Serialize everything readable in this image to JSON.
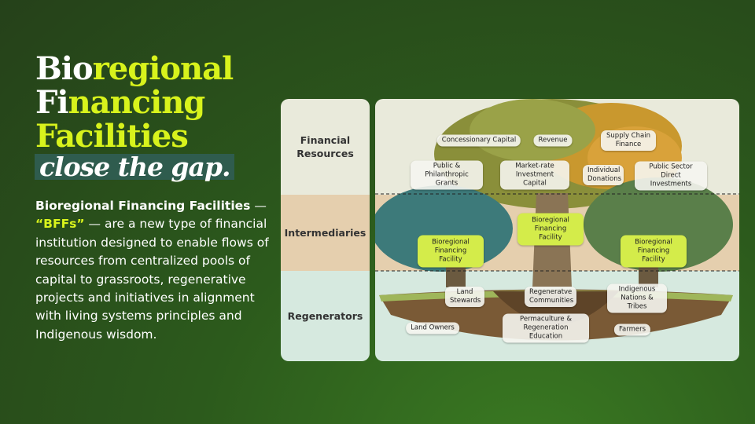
{
  "title": {
    "line1_white": "Bio",
    "line1_accent": "regional",
    "line2_white": "Fi",
    "line2_accent": "nancing",
    "line3_accent": "Facilities",
    "tagline": "close the gap."
  },
  "description": {
    "bold_lead": "Bioregional Financing Facilities",
    "dash1": " — ",
    "abbr": "“BFFs”",
    "rest": " — are a new type of financial institution designed to enable flows of resources from centralized pools of capital to grassroots, regenerative projects and initiatives in alignment with living systems principles and Indigenous wisdom."
  },
  "diagram": {
    "layers": [
      "Financial Resources",
      "Intermediaries",
      "Regenerators"
    ],
    "financial_resources": [
      "Concessionary Capital",
      "Revenue",
      "Supply Chain Finance",
      "Public & Philanthropic Grants",
      "Market-rate Investment Capital",
      "Individual Donations",
      "Public Sector Direct Investments"
    ],
    "intermediaries": [
      "Bioregional Financing Facility",
      "Bioregional Financing Facility",
      "Bioregional Financing Facility"
    ],
    "regenerators": [
      "Land Stewards",
      "Regeneratve Communities",
      "Indigenous Nations & Tribes",
      "Land Owners",
      "Permaculture & Regeneration Education",
      "Farmers"
    ]
  },
  "colors": {
    "accent": "#d8f31c",
    "tagline_bg": "#2f5c4e"
  }
}
